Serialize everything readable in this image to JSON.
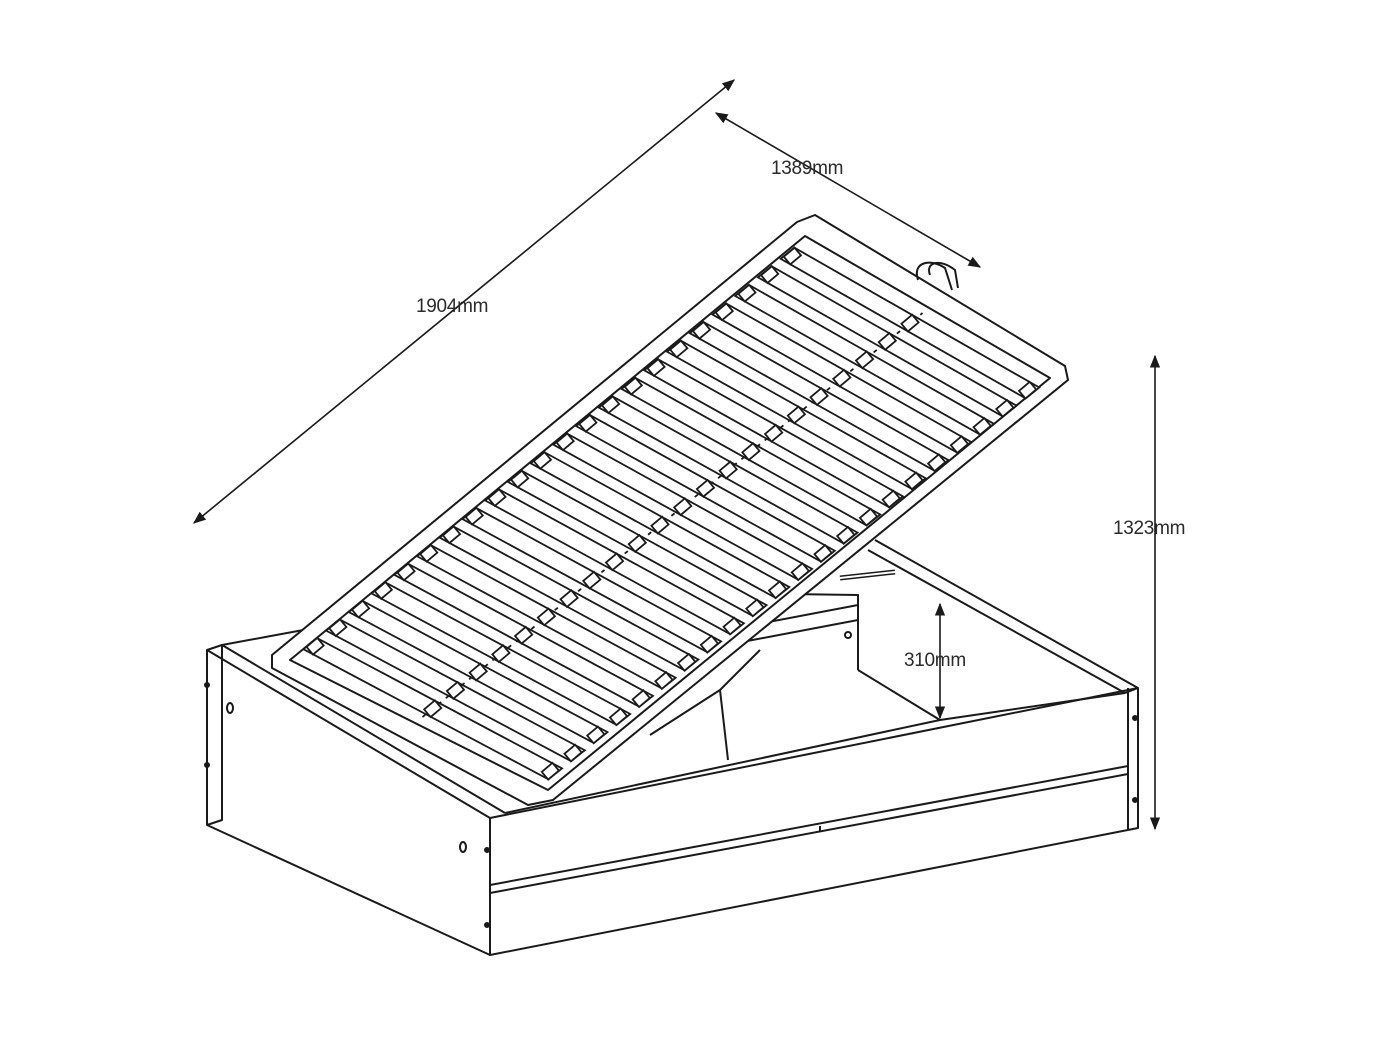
{
  "dimensions": {
    "length": "1904mm",
    "width": "1389mm",
    "height": "1323mm",
    "storage_depth": "310mm"
  },
  "colors": {
    "line": "#1a1a1a",
    "panel_fill": "#ffffff",
    "background": "#ffffff"
  },
  "slats": {
    "count": 22
  }
}
